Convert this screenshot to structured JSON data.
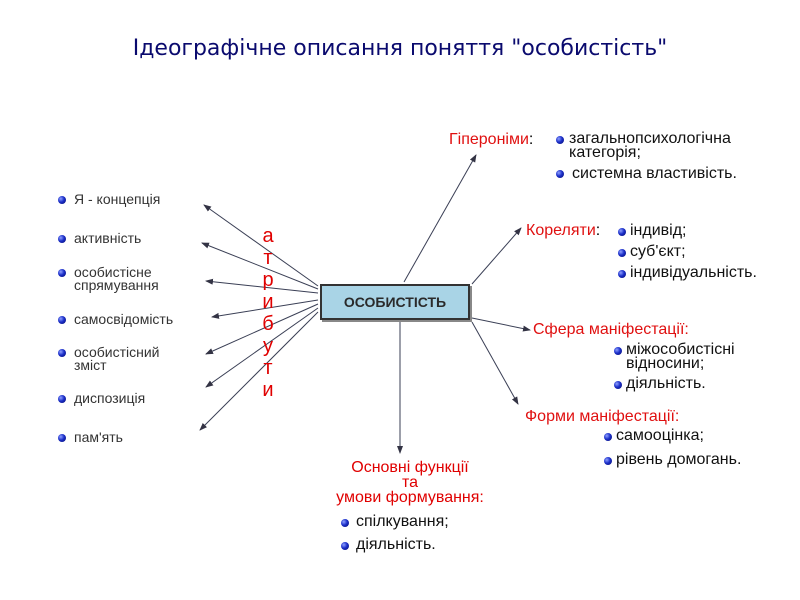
{
  "title": "Ідеографічне описання поняття \"особистість\"",
  "center": "ОСОБИСТІСТЬ",
  "attributes": {
    "letters": [
      "а",
      "т",
      "р",
      "и",
      "б",
      "у",
      "т",
      "и"
    ],
    "items": [
      "Я - концепція",
      "активність",
      "особистісне\nспрямування",
      "самосвідомість",
      "особистісний\nзміст",
      "диспозиція",
      "пам'ять"
    ]
  },
  "hyperonyms": {
    "label": "Гіпероніми",
    "colon": ":",
    "items": [
      "загальнопсихологічна\nкатегорія;",
      "системна властивість."
    ]
  },
  "correlates": {
    "label": "Кореляти",
    "colon": ":",
    "items": [
      "індивід;",
      "суб'єкт;",
      "індивідуальність."
    ]
  },
  "sphere": {
    "label": "Сфера маніфестації:",
    "items": [
      "міжособистісні\nвідносини;",
      "діяльність."
    ]
  },
  "forms": {
    "label": "Форми маніфестації:",
    "items": [
      "самооцінка;",
      "рівень домогань."
    ]
  },
  "functions": {
    "label_line1": "Основні функції",
    "label_line2": "та",
    "label_line3": "умови формування:",
    "items": [
      "спілкування;",
      "діяльність."
    ]
  },
  "colors": {
    "accent": "#e00000",
    "title": "#0a0a6e",
    "box": "#a9d4e6"
  }
}
